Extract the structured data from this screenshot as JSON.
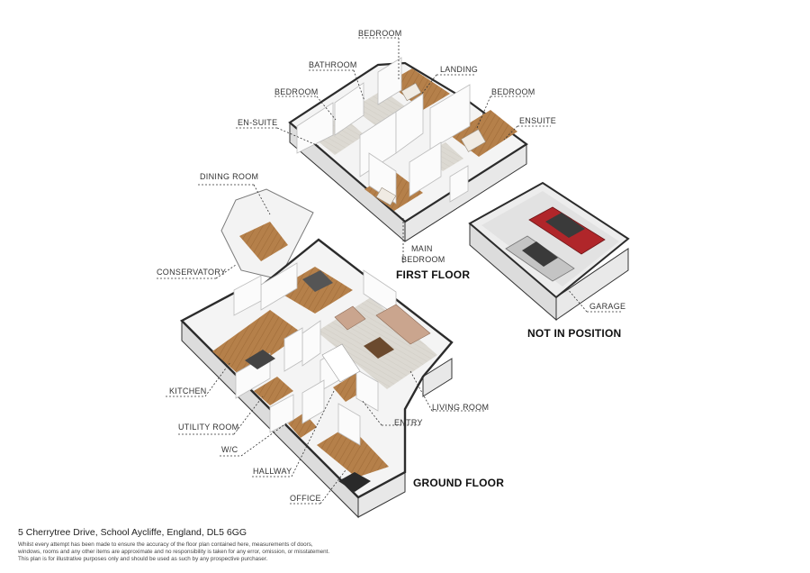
{
  "plan": {
    "floors": {
      "first": "FIRST FLOOR",
      "ground": "GROUND FLOOR",
      "garage_note": "NOT IN POSITION"
    },
    "rooms": {
      "bedroom_top": "BEDROOM",
      "bathroom": "BATHROOM",
      "landing": "LANDING",
      "bedroom_left": "BEDROOM",
      "bedroom_right": "BEDROOM",
      "en_suite": "EN-SUITE",
      "ensuite": "ENSUITE",
      "main_bedroom_1": "MAIN",
      "main_bedroom_2": "BEDROOM",
      "dining_room": "DINING ROOM",
      "conservatory": "CONSERVATORY",
      "garage": "GARAGE",
      "kitchen": "KITCHEN",
      "living_room": "LIVING ROOM",
      "entry": "ENTRY",
      "utility_room": "UTILITY ROOM",
      "wc": "W/C",
      "hallway": "HALLWAY",
      "office": "OFFICE"
    }
  },
  "footer": {
    "address": "5 Cherrytree Drive, School Aycliffe, England, DL5 6GG",
    "disclaimer_1": "Whilst every attempt has been made to ensure the accuracy of the floor plan contained here, measurements of doors,",
    "disclaimer_2": "windows, rooms and any other items are approximate and no responsibility is taken for any error, omission, or misstatement.",
    "disclaimer_3": "This plan is for illustrative purposes only and should be used as such by any prospective purchaser."
  },
  "colors": {
    "wall": "#f2f2f2",
    "wall_shadow": "#d6d6d6",
    "wall_outline": "#2b2b2b",
    "floor_wood": "#b5804a",
    "floor_tile": "#d9d6cf",
    "car_red": "#b0262a",
    "car_silver": "#bfbfbf"
  }
}
